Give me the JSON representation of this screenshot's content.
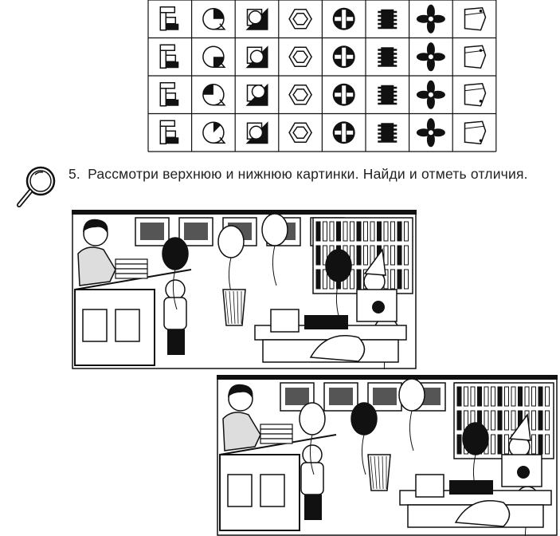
{
  "task": {
    "number": "5.",
    "text": "Рассмотри верхнюю и нижнюю картинки. Найди и отметь отличия."
  },
  "icons": {
    "magnifier": "magnifier-icon"
  },
  "grid": {
    "rows": 4,
    "columns": 8,
    "cells": [
      [
        "blocks-shape-icon",
        "circle-sector-icon",
        "circle-triangle-icon",
        "hexagon-icon",
        "circle-cross-icon",
        "chip-icon",
        "propeller-icon",
        "polygon-icon"
      ],
      [
        "blocks-shape-icon",
        "circle-sector-icon",
        "circle-triangle-icon",
        "hexagon-icon",
        "circle-cross-icon",
        "chip-icon",
        "propeller-icon",
        "polygon-icon"
      ],
      [
        "blocks-shape-icon",
        "circle-sector-icon",
        "circle-triangle-icon",
        "hexagon-icon",
        "circle-cross-icon",
        "chip-icon",
        "propeller-icon",
        "polygon-icon"
      ],
      [
        "blocks-shape-icon",
        "circle-sector-icon",
        "circle-triangle-icon",
        "hexagon-icon",
        "circle-cross-icon",
        "chip-icon",
        "propeller-icon",
        "polygon-icon"
      ]
    ]
  },
  "scenes": [
    "library-scene-top",
    "library-scene-bottom"
  ],
  "colors": {
    "ink": "#111111",
    "paper": "#ffffff"
  }
}
